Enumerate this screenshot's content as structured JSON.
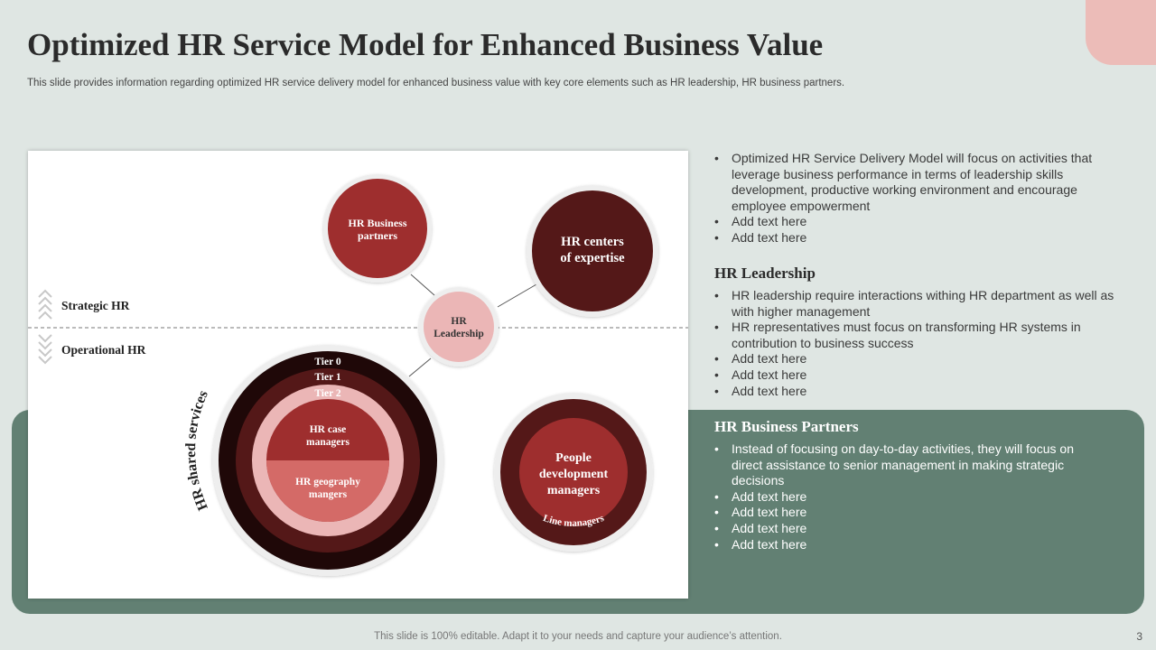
{
  "slide": {
    "title": "Optimized  HR Service Model for Enhanced Business Value",
    "subtitle": "This slide provides information regarding optimized HR service delivery model for enhanced business value with key core elements such as HR leadership, HR business partners.",
    "footer": "This slide is 100% editable. Adapt it to your needs and capture your audience’s attention.",
    "page_number": "3"
  },
  "colors": {
    "background": "#dfe6e3",
    "accent_pink": "#ecbcb8",
    "band_green": "#628073",
    "dark_maroon": "#541818",
    "red": "#9e2e2e",
    "light_pink": "#ebb6b6"
  },
  "diagram": {
    "strategic_label": "Strategic HR",
    "operational_label": "Operational HR",
    "hr_business_partners": [
      "HR Business",
      "partners"
    ],
    "hr_centers": [
      "HR centers",
      "of expertise"
    ],
    "hr_leadership": [
      "HR",
      "Leadership"
    ],
    "tier0": "Tier 0",
    "tier1": "Tier 1",
    "tier2": "Tier 2",
    "hr_case": [
      "HR case",
      "managers"
    ],
    "hr_geography": [
      "HR geography",
      "mangers"
    ],
    "shared_services": "HR shared services",
    "people_dev": [
      "People",
      "development",
      "managers"
    ],
    "line_managers": "Line managers"
  },
  "intro": {
    "bullets": [
      "Optimized HR Service Delivery Model  will focus on activities that leverage business performance in terms of leadership skills development, productive working environment and encourage employee empowerment",
      "Add text here",
      "Add text here"
    ]
  },
  "leadership": {
    "heading": "HR Leadership",
    "bullets": [
      "HR leadership require interactions withing HR department as well as with higher management",
      "HR representatives must focus on transforming HR systems in contribution to business success",
      "Add text here",
      "Add text here",
      "Add text here"
    ]
  },
  "partners": {
    "heading": "HR Business Partners",
    "bullets": [
      "Instead of focusing on day-to-day activities, they will focus on direct assistance to senior management in making strategic decisions",
      "Add text here",
      "Add text here",
      "Add text here",
      "Add text here"
    ]
  }
}
